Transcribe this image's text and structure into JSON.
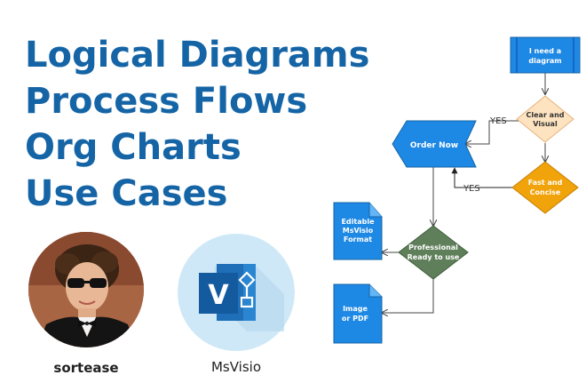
{
  "headlines": [
    "Logical Diagrams",
    "Process Flows",
    "Org Charts",
    "Use Cases"
  ],
  "profiles": {
    "seller_name": "sortease",
    "tool_name": "MsVisio",
    "tool_logo_letter": "V"
  },
  "flowchart": {
    "start": {
      "line1": "I need a",
      "line2": "diagram"
    },
    "decision1": {
      "line1": "Clear and",
      "line2": "Visual"
    },
    "decision2": {
      "line1": "Fast and",
      "line2": "Concise"
    },
    "order": "Order Now",
    "decision3": {
      "line1": "Professional",
      "line2": "Ready to use"
    },
    "doc1": {
      "line1": "Editable",
      "line2": "MsVisio",
      "line3": "Format"
    },
    "doc2": {
      "line1": "Image",
      "line2": "or PDF"
    },
    "yes1": "YES",
    "yes2": "YES"
  },
  "colors": {
    "headline": "#1565a6",
    "process_blue": "#1e88e5",
    "decision_peach": "#fde3c0",
    "decision_orange": "#f0a30a",
    "decision_green": "#5f7f5a",
    "visio_bg": "#cfe8f7"
  }
}
